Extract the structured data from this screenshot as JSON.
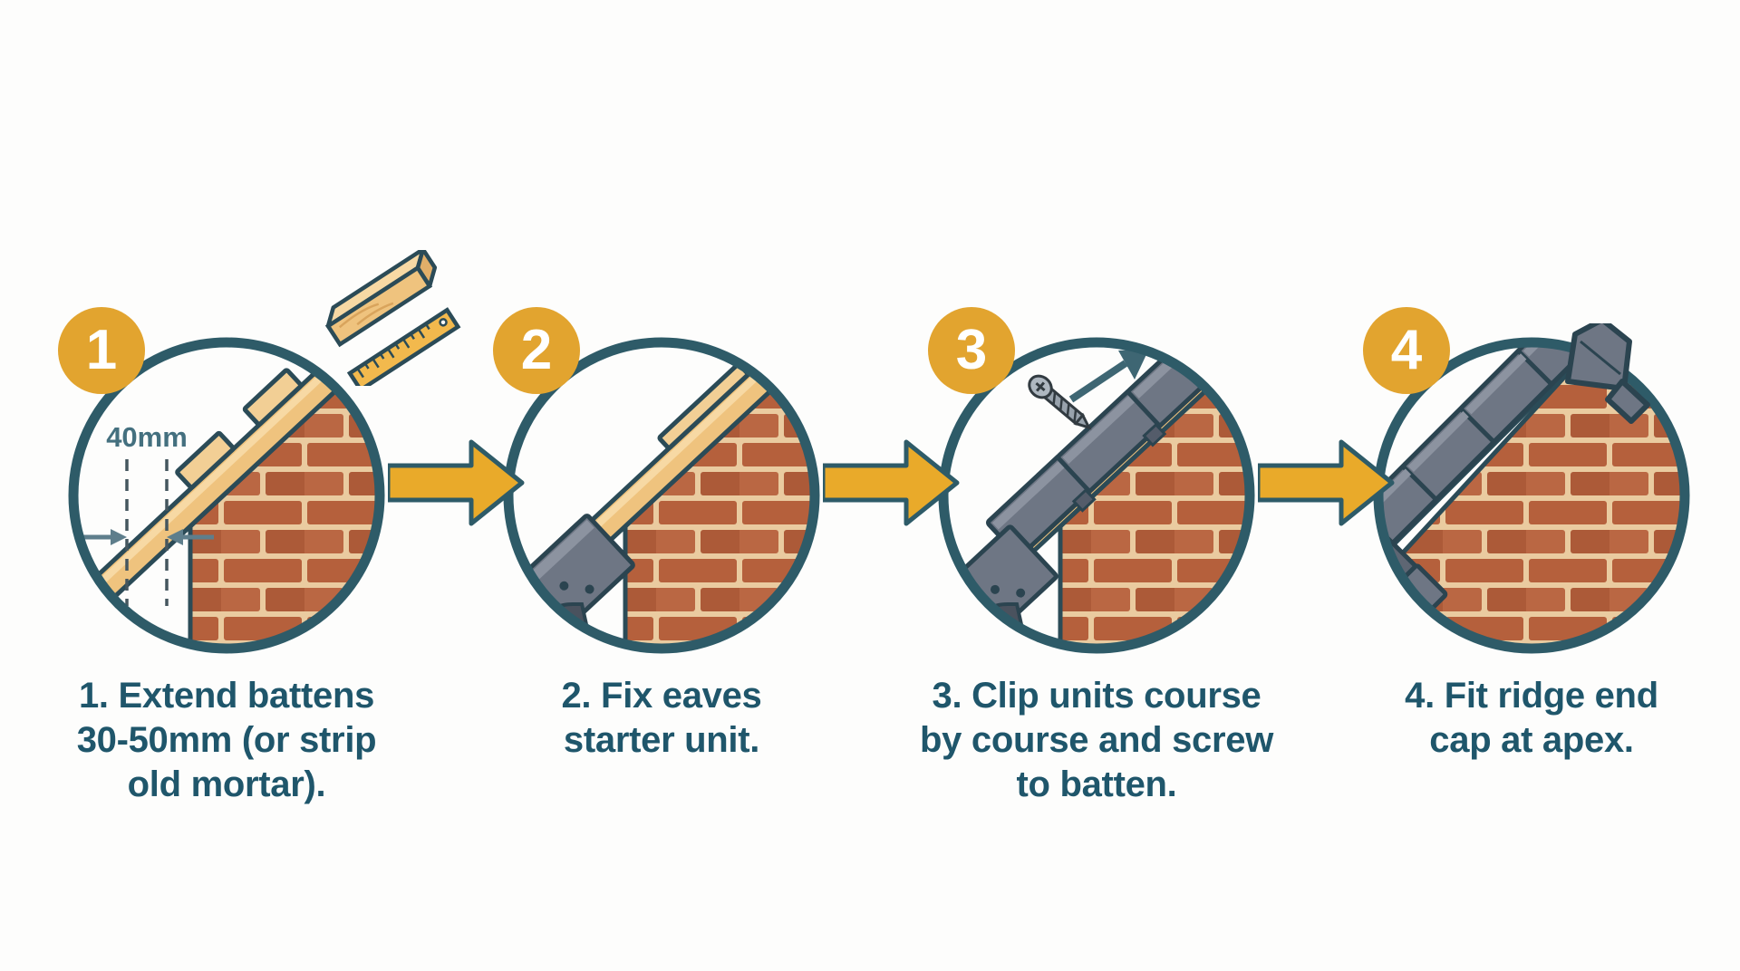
{
  "steps": [
    {
      "number": "1",
      "caption": "1. Extend battens\n30-50mm (or strip\nold mortar).",
      "annotation": "40mm"
    },
    {
      "number": "2",
      "caption": "2. Fix eaves\nstarter unit."
    },
    {
      "number": "3",
      "caption": "3. Clip units course\nby course and screw\nto batten."
    },
    {
      "number": "4",
      "caption": "4. Fit ridge end\ncap at apex."
    }
  ],
  "icons": {
    "step_arrow": "block-arrow-right",
    "measure": "batten-with-ruler",
    "screw": "screw-diagonal",
    "slide_direction": "arrow-up-right",
    "dimension_arrows": "inward-pointing-arrows"
  },
  "palette": {
    "badge_gold": "#E2A42F",
    "arrow_gold": "#E9AA2A",
    "outline_teal": "#2E5B68",
    "text_teal": "#1F566B",
    "brick_red": "#B5603C",
    "mortar_tan": "#EACBA0",
    "wood": "#EFC37E",
    "wood_light": "#F7D9A4",
    "unit_grey": "#6E7684",
    "unit_dark": "#545C6A",
    "background": "#FDFDFC"
  }
}
